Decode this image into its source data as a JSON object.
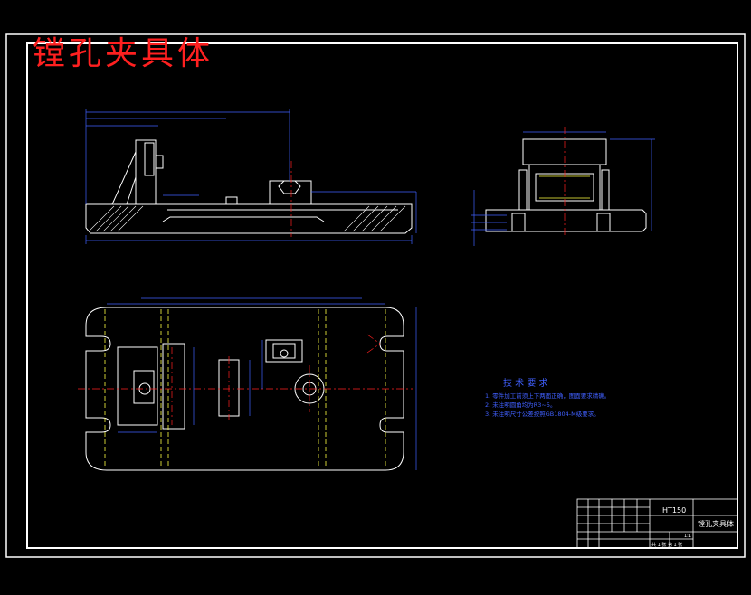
{
  "drawing": {
    "title": "镗孔夹具体",
    "title_color": "#ff2020",
    "background": "#000000"
  },
  "tech_notes": {
    "heading": "技 术 要 求",
    "items": [
      "1. 零件加工前须上下两面正确，图面要求精确。",
      "2. 未注明圆角均为R3~5。",
      "3. 未注明尺寸公差按照GB1804-M级要求。"
    ],
    "color": "#4060ff"
  },
  "title_block": {
    "material": "HT150",
    "part_name": "镗孔夹具体",
    "scale": "1:1",
    "sheet": "共 1 张  第 1 张"
  },
  "colors": {
    "outline": "#ffffff",
    "dimension": "#4060ff",
    "centerline": "#ff2020",
    "hidden_line": "#ffff40",
    "hatch": "#ffffff"
  }
}
